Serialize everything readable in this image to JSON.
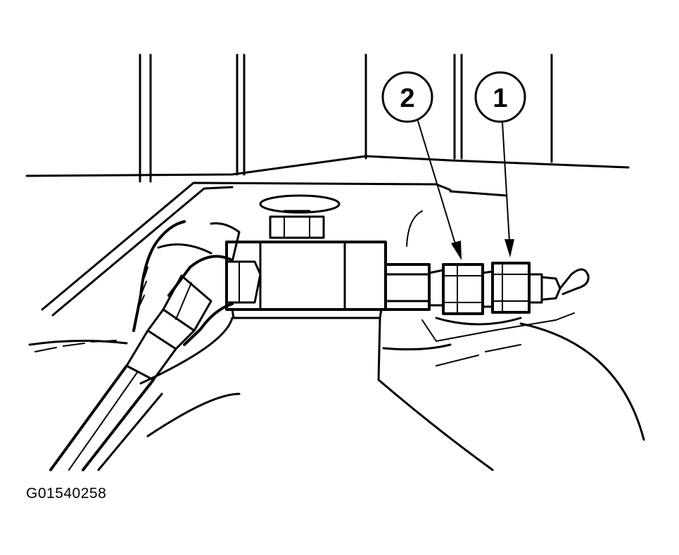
{
  "figure": {
    "id_label": "G01540258",
    "callouts": [
      {
        "number": "1",
        "target": "quick-connect-fitting-outer"
      },
      {
        "number": "2",
        "target": "quick-connect-fitting-inner"
      }
    ],
    "colors": {
      "ink": "#000000",
      "paper": "#ffffff"
    }
  }
}
